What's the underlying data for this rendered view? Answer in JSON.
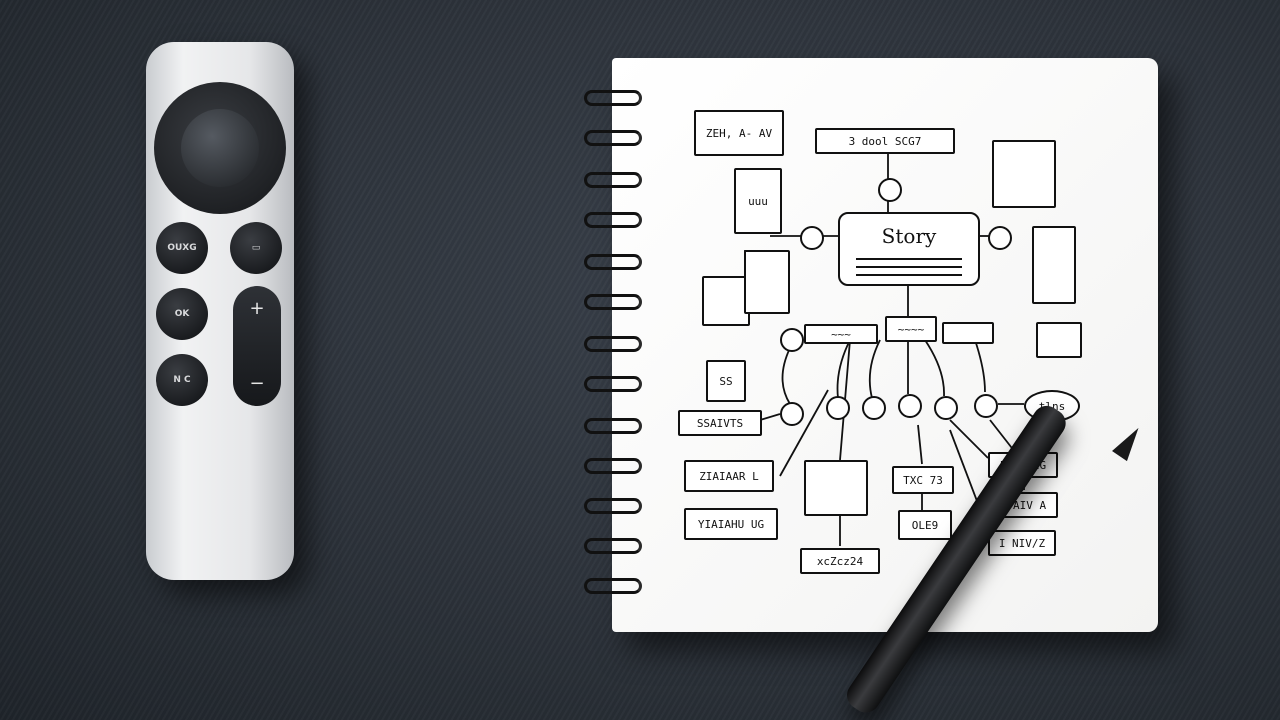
{
  "scene": {
    "description": "Top-down photo of a silver TV remote next to a spiral notebook with a hand-drawn story mind map and a black fountain pen on a dark textured surface",
    "background_color": "#2f353d"
  },
  "remote": {
    "color": "#e6e7e9",
    "buttons": [
      {
        "label": "OUXG"
      },
      {
        "label": "▭"
      },
      {
        "label": "OK"
      },
      {
        "label": "N C"
      }
    ],
    "volume": {
      "plus": "+",
      "minus": "−"
    }
  },
  "notebook": {
    "central_node": "Story",
    "top_labels": [
      "ZEH, A- AV",
      "3 dool SCG7"
    ],
    "branch_labels": [
      "SSAIVTS",
      "ZIAIAAR L",
      "YIAIAHU UG",
      "ESSOV2G",
      "E/AIV A",
      "I NIV/Z",
      "TXC 73",
      "OLE9",
      "tlns",
      "SS"
    ],
    "small_labels": [
      "uuu",
      "~~~",
      "~~~~",
      "xcZcz24"
    ]
  },
  "pen": {
    "color": "#111111"
  }
}
